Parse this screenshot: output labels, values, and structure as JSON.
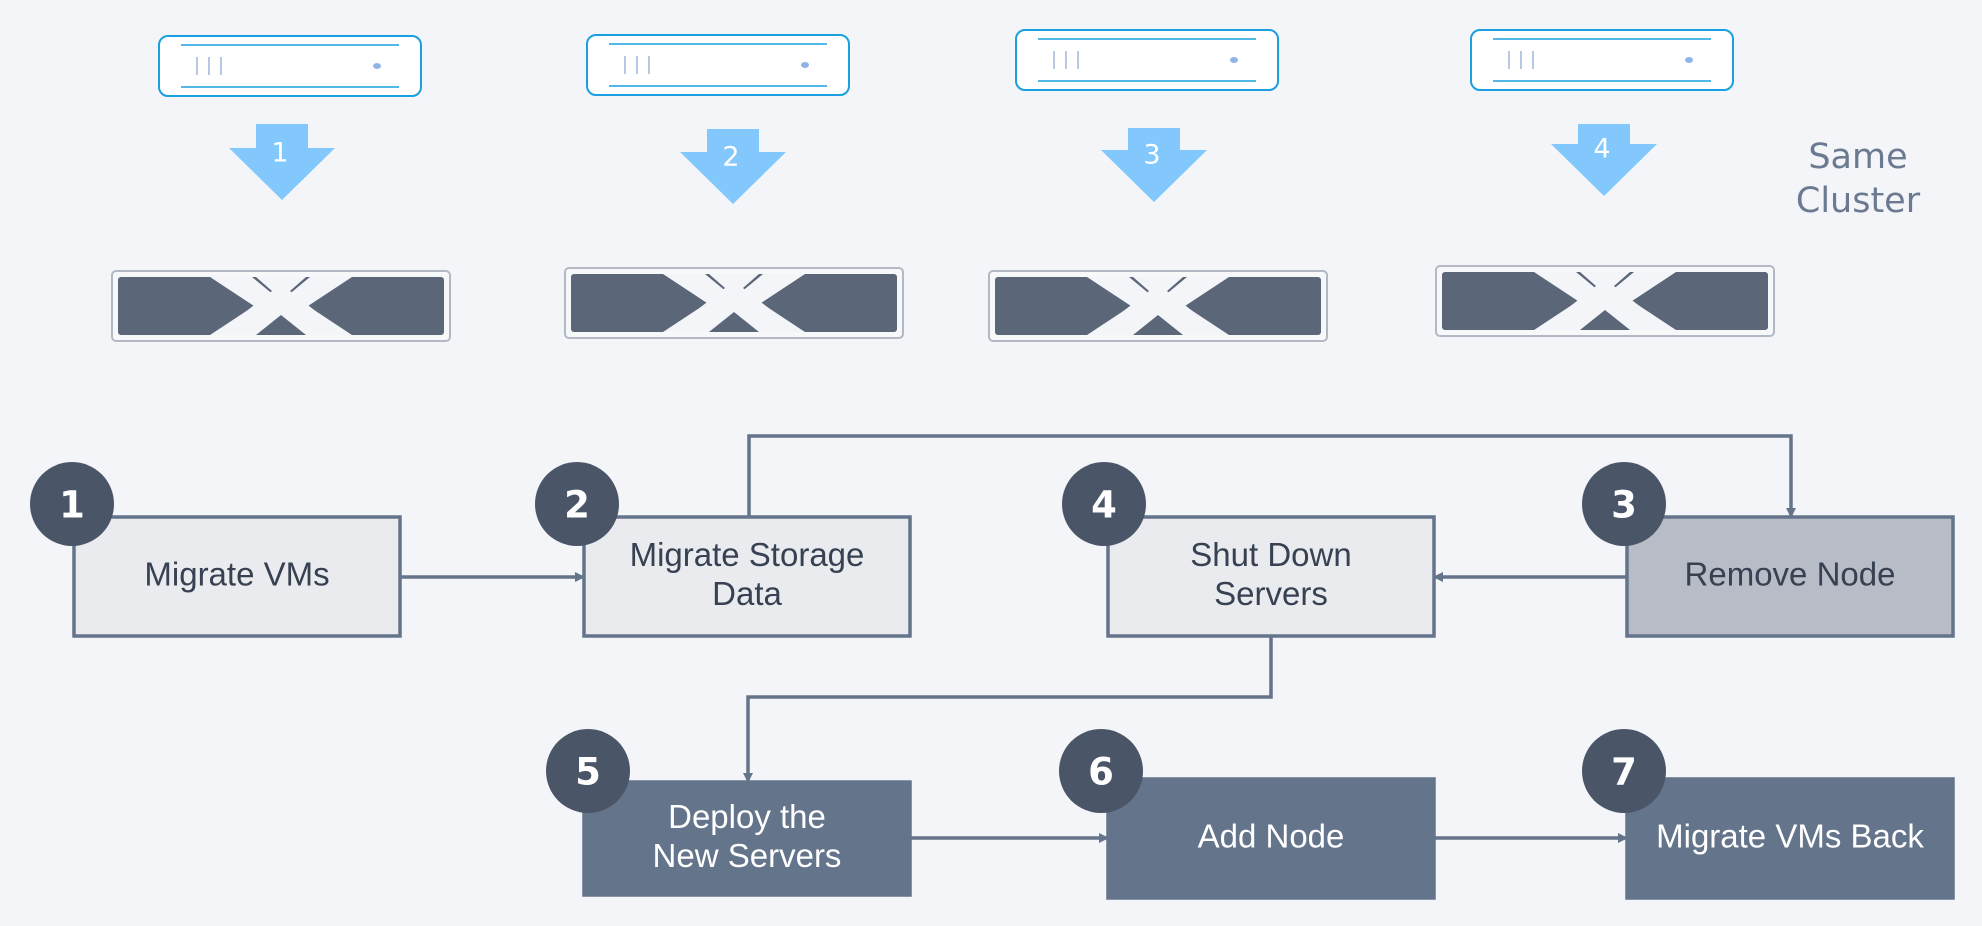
{
  "colors": {
    "background": "#f3f5f9",
    "server_outline": "#1aa0e0",
    "arrow_fill": "#82c8fc",
    "switch_fill": "#5b6678",
    "connector": "#64748b",
    "badge_fill": "#4a5568",
    "box_light_fill": "#e9ebef",
    "box_medium_fill": "#b8bcc7",
    "box_dark_fill": "#64748b",
    "box_border": "#64748b",
    "text_dark": "#374151",
    "text_light": "#ffffff"
  },
  "side_note": {
    "lines": [
      "Same",
      "Cluster"
    ]
  },
  "server_columns": [
    {
      "number": "1",
      "server_icon": "rack-server-icon",
      "switch_icon": "network-switch-icon"
    },
    {
      "number": "2",
      "server_icon": "rack-server-icon",
      "switch_icon": "network-switch-icon"
    },
    {
      "number": "3",
      "server_icon": "rack-server-icon",
      "switch_icon": "network-switch-icon"
    },
    {
      "number": "4",
      "server_icon": "rack-server-icon",
      "switch_icon": "network-switch-icon"
    }
  ],
  "steps": [
    {
      "id": "migrate-vms",
      "number": "1",
      "lines": [
        "Migrate VMs"
      ],
      "style": "light"
    },
    {
      "id": "migrate-storage-data",
      "number": "2",
      "lines": [
        "Migrate Storage",
        "Data"
      ],
      "style": "light"
    },
    {
      "id": "remove-node",
      "number": "3",
      "lines": [
        "Remove Node"
      ],
      "style": "medium"
    },
    {
      "id": "shut-down-servers",
      "number": "4",
      "lines": [
        "Shut Down",
        "Servers"
      ],
      "style": "light"
    },
    {
      "id": "deploy-new-servers",
      "number": "5",
      "lines": [
        "Deploy the",
        "New Servers"
      ],
      "style": "dark"
    },
    {
      "id": "add-node",
      "number": "6",
      "lines": [
        "Add Node"
      ],
      "style": "dark"
    },
    {
      "id": "migrate-vms-back",
      "number": "7",
      "lines": [
        "Migrate VMs Back"
      ],
      "style": "dark"
    }
  ],
  "connections": [
    {
      "from": "migrate-vms",
      "to": "migrate-storage-data"
    },
    {
      "from": "migrate-storage-data",
      "to": "remove-node"
    },
    {
      "from": "remove-node",
      "to": "shut-down-servers"
    },
    {
      "from": "shut-down-servers",
      "to": "deploy-new-servers"
    },
    {
      "from": "deploy-new-servers",
      "to": "add-node"
    },
    {
      "from": "add-node",
      "to": "migrate-vms-back"
    }
  ]
}
